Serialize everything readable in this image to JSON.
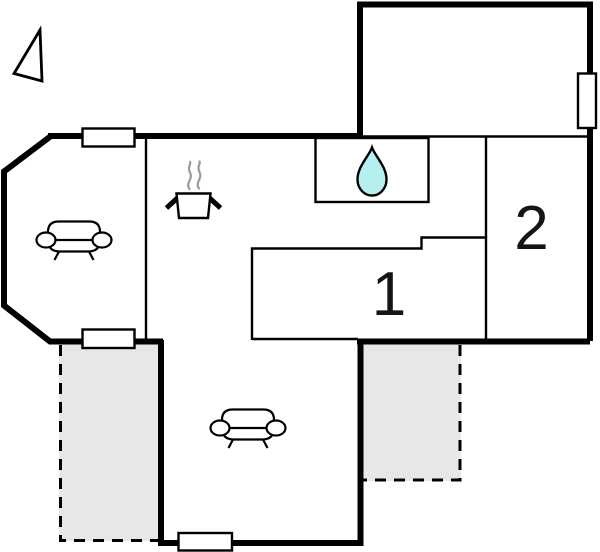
{
  "diagram_type": "floor-plan",
  "rooms": [
    {
      "label": "1"
    },
    {
      "label": "2"
    }
  ],
  "colors": {
    "wall": "#000000",
    "terrace_fill": "#e7e7e7",
    "water_drop_fill": "#b5f0ee",
    "steam": "#9a9a9a",
    "window_fill": "#ffffff",
    "background": "#ffffff"
  },
  "icons": [
    "north-arrow-icon",
    "window-icon",
    "sofa-icon",
    "cooking-pot-icon",
    "steam-icon",
    "water-drop-icon"
  ]
}
